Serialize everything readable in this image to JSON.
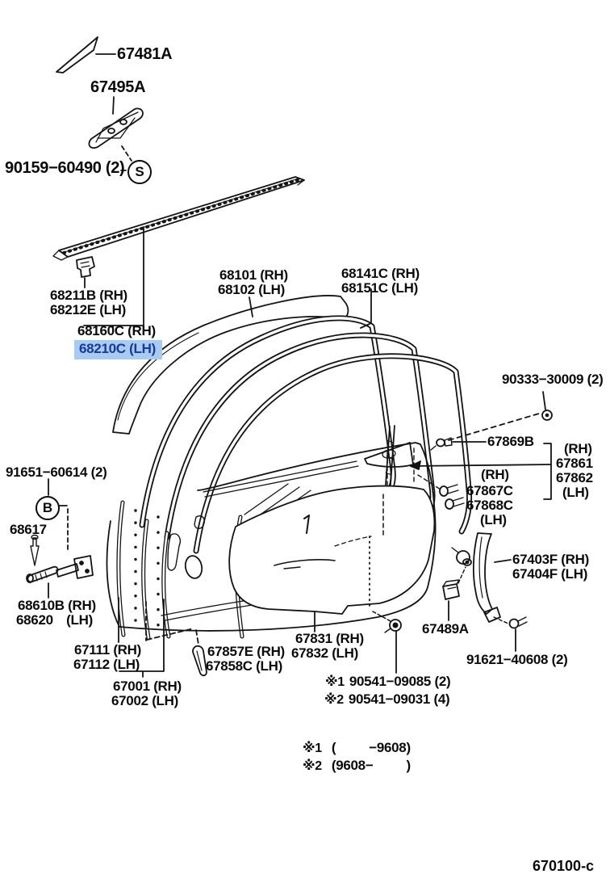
{
  "title": "Front door panel and glass parts diagram",
  "diagram_code": "670100-c",
  "highlight": {
    "part": "68210C (LH)",
    "bg_color": "#a9cbf2",
    "text_color": "#16399b"
  },
  "line_color": "#141414",
  "labels": {
    "garnish": "67481A",
    "pillar_garnish": "67495A",
    "screw_front": "90159−60490 (2)",
    "s": "S",
    "b": "B",
    "belt_clip_rh": "68211B (RH)",
    "belt_clip_lh": "68212E (LH)",
    "belt_mldg_rh": "68160C (RH)",
    "belt_mldg_lh": "68210C (LH)",
    "glass_rh": "68101 (RH)",
    "glass_lh": "68102 (LH)",
    "run_rh": "68141C (RH)",
    "run_lh": "68151C (LH)",
    "screw_rear": "90333−30009 (2)",
    "frame_clip": "67869B",
    "rh": "(RH)",
    "lh": "(LH)",
    "frame_rh": "67861",
    "frame_lh": "67862",
    "frame_bolt_rh": "67867C",
    "frame_bolt_lh": "67868C",
    "check_bolt": "91651−60614 (2)",
    "check_pin": "68617",
    "check_rh": "68610B (RH)",
    "check_lh": "68620  (LH)",
    "front_frame_rh": "67111 (RH)",
    "front_frame_lh": "67112 (LH)",
    "panel_rh": "67001 (RH)",
    "panel_lh": "67002 (LH)",
    "seal_rh": "67857E (RH)",
    "seal_lh": "67858C (LH)",
    "trim_rh": "67831 (RH)",
    "trim_lh": "67832 (LH)",
    "trim_clip": "67489A",
    "reg_screw": "91621−40608 (2)",
    "reg_rh": "67403F (RH)",
    "reg_lh": "67404F (LH)"
  },
  "remarks": [
    {
      "marker": "※1",
      "text": "90541−09085 (2)"
    },
    {
      "marker": "※2",
      "text": "90541−09031 (4)"
    }
  ],
  "footnotes": [
    {
      "marker": "※1",
      "text": "(     −9608)"
    },
    {
      "marker": "※2",
      "text": "(9608−     )"
    }
  ]
}
